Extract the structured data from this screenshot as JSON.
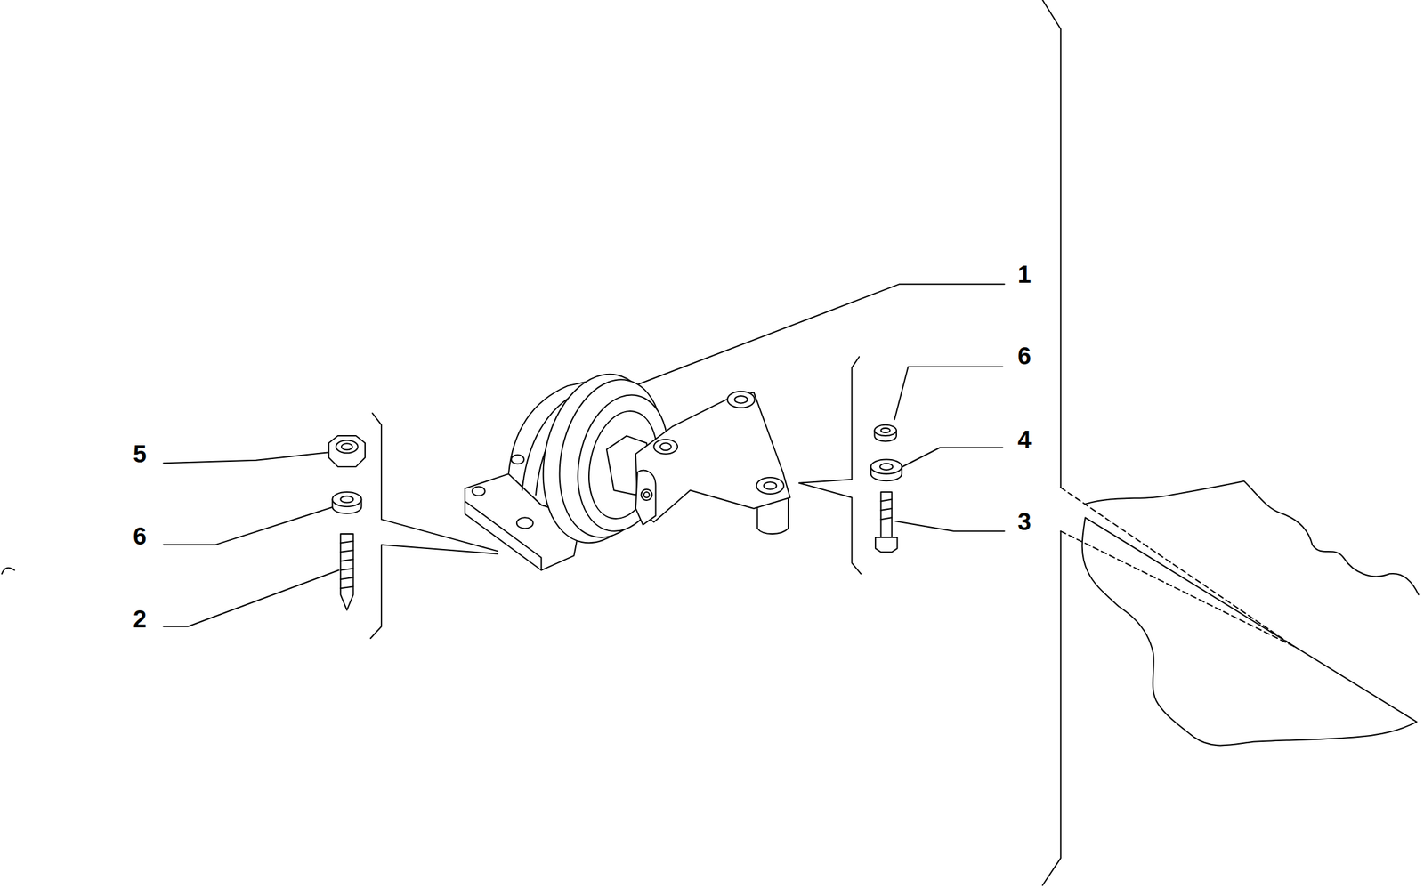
{
  "diagram": {
    "labels": [
      "1",
      "6",
      "5",
      "4",
      "3",
      "6",
      "2"
    ]
  }
}
